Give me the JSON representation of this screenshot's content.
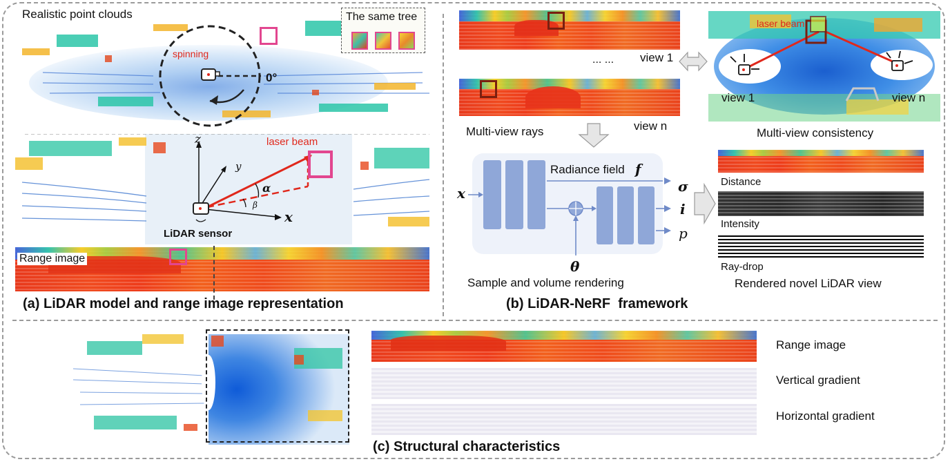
{
  "panel_a": {
    "title": "Realistic point clouds",
    "tree_box": "The same tree",
    "spinning": "spinning",
    "zero_deg": "0°",
    "axis_z": "z",
    "axis_y": "y",
    "axis_x": "x",
    "alpha": "α",
    "beta": "β",
    "laser_beam": "laser beam",
    "sensor": "LiDAR sensor",
    "range_image": "Range image",
    "caption": "(a) LiDAR model and range image representation"
  },
  "panel_b": {
    "dots": "... ...",
    "view1": "view 1",
    "viewn": "view n",
    "multiview_rays": "Multi-view rays",
    "laser_beam": "laser beam",
    "view1_scene": "view 1",
    "viewn_scene": "view n",
    "consistency": "Multi-view consistency",
    "radiance": "Radiance field",
    "f": "f",
    "x": "x",
    "theta": "θ",
    "sigma": "σ",
    "i": "i",
    "p": "p",
    "sample": "Sample and volume rendering",
    "distance": "Distance",
    "intensity": "Intensity",
    "raydrop": "Ray-drop",
    "rendered": "Rendered novel LiDAR view",
    "caption": "(b) LiDAR-NeRF  framework"
  },
  "panel_c": {
    "range_image": "Range image",
    "vertical": "Vertical gradient",
    "horizontal": "Horizontal gradient",
    "caption": "(c) Structural characteristics"
  },
  "colors": {
    "magenta": "#e2468f",
    "darkred": "#7a1f10",
    "red": "#e0281c",
    "block": "#8fa7d8",
    "panel_bg": "#eef2fa"
  }
}
